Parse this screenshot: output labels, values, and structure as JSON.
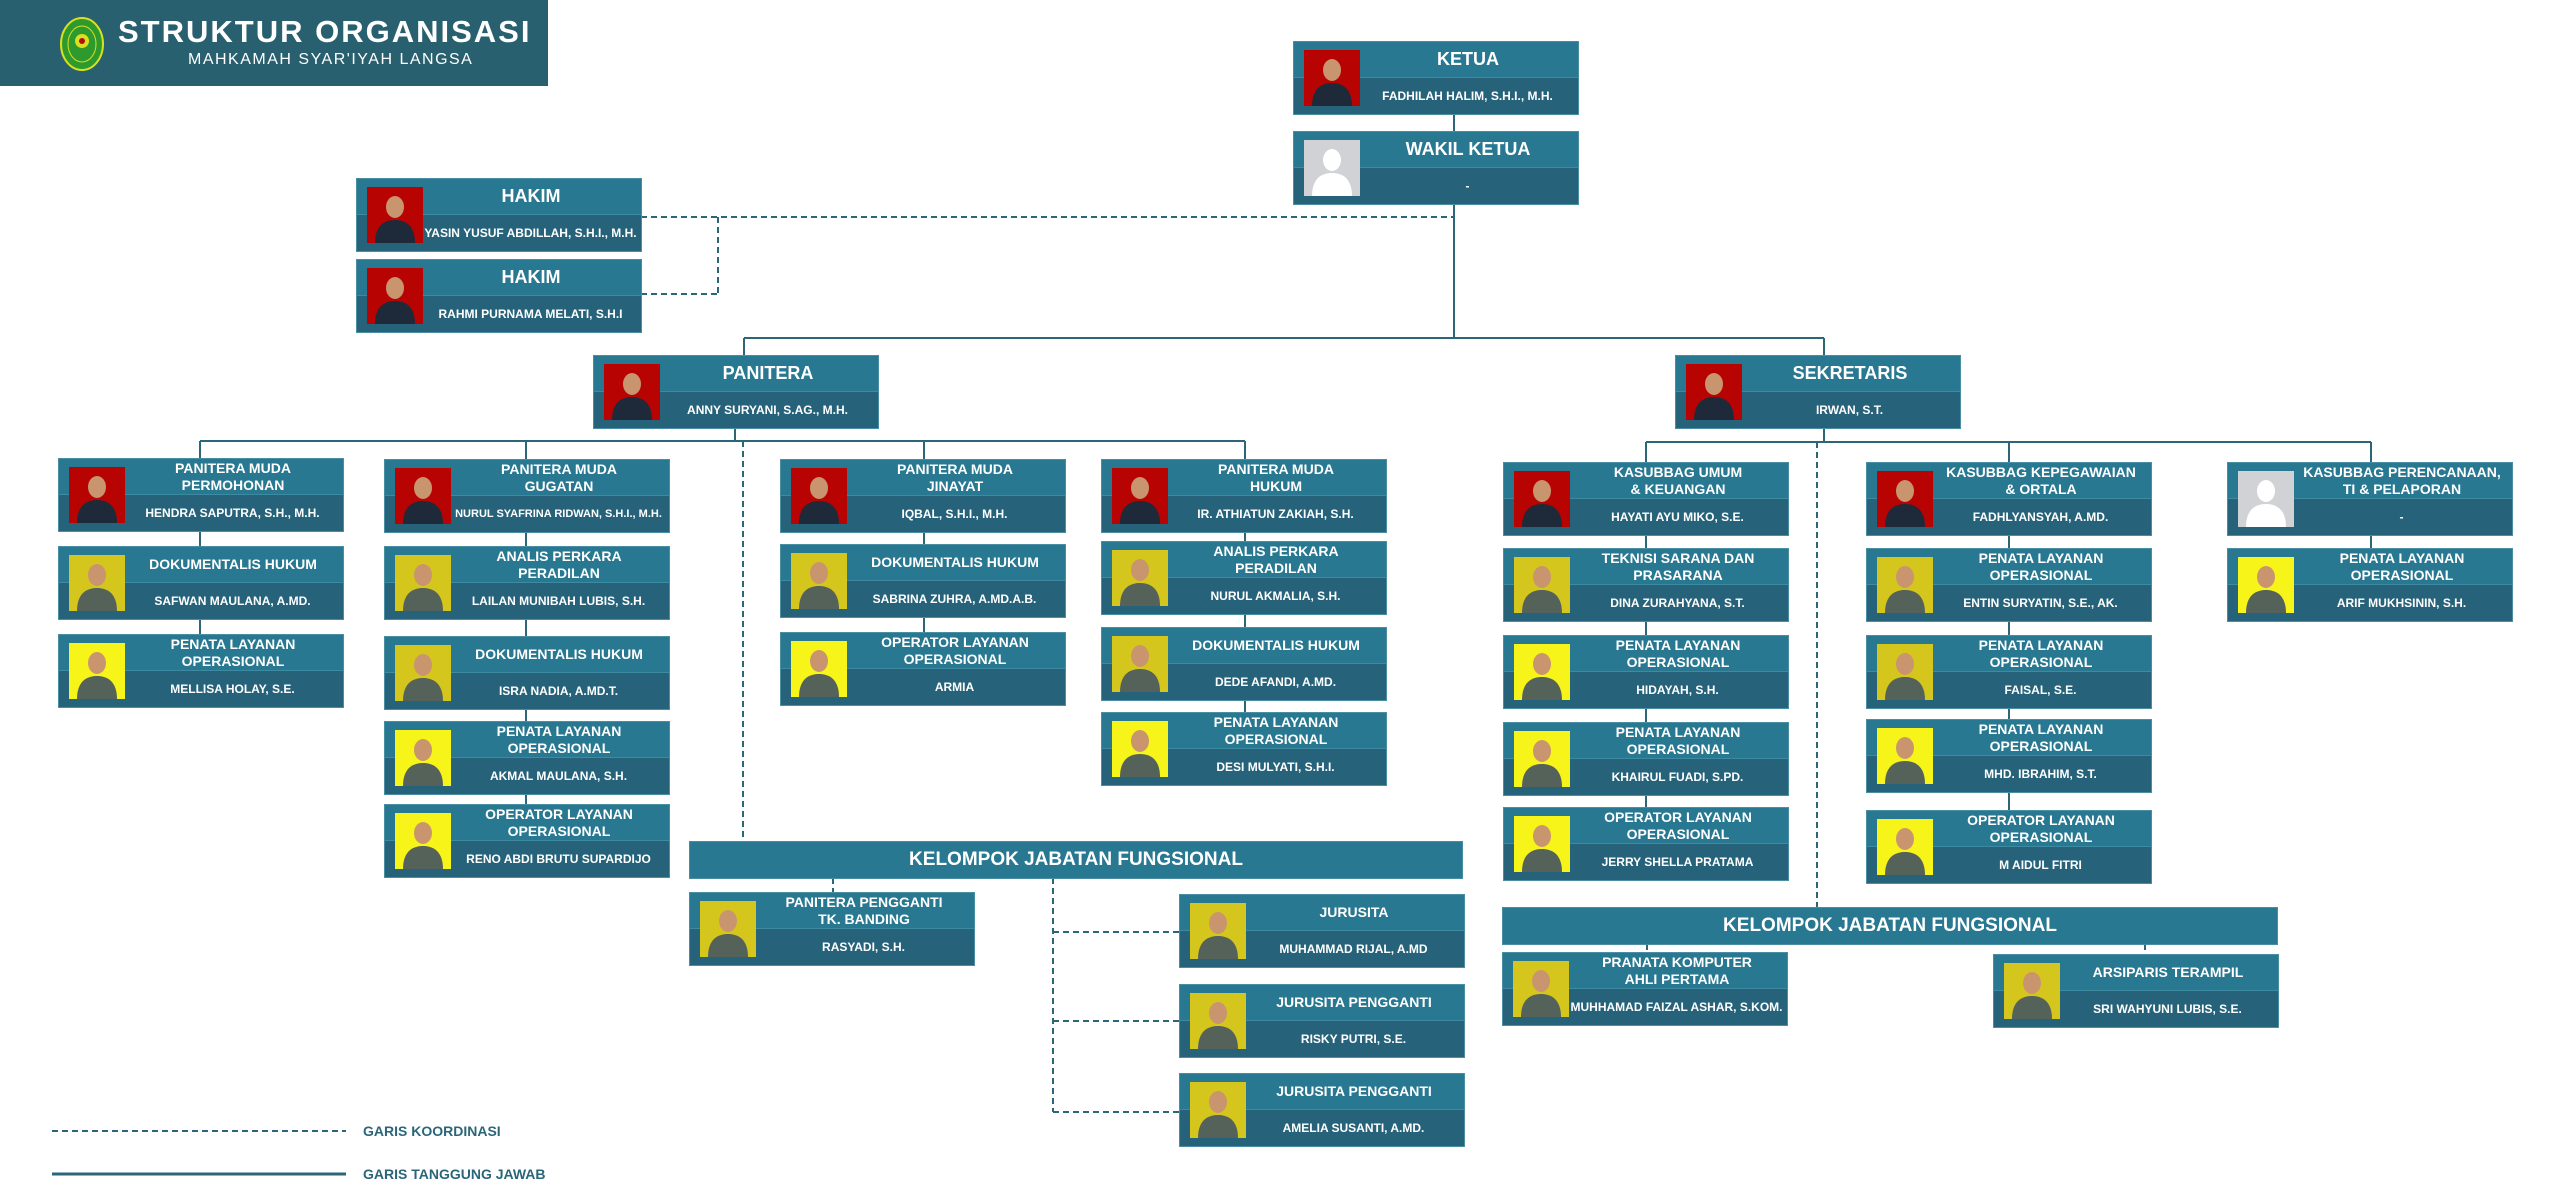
{
  "header": {
    "title": "STRUKTUR ORGANISASI",
    "subtitle": "MAHKAMAH SYAR'IYAH LANGSA"
  },
  "colors": {
    "header": "#28606f",
    "band_top": "#287891",
    "band_bottom": "#26637a",
    "line": "#2b6679"
  },
  "boxes": [
    {
      "title": "KETUA",
      "name": "FADHILAH HALIM, S.H.I., M.H.",
      "photo": "red"
    },
    {
      "title": "WAKIL KETUA",
      "name": "-",
      "photo": "placeholder"
    },
    {
      "title": "HAKIM",
      "name": "YASIN YUSUF ABDILLAH, S.H.I., M.H.",
      "photo": "red"
    },
    {
      "title": "HAKIM",
      "name": "RAHMI PURNAMA MELATI, S.H.I",
      "photo": "red"
    },
    {
      "title": "PANITERA",
      "name": "ANNY SURYANI, S.AG., M.H.",
      "photo": "red"
    },
    {
      "title": "SEKRETARIS",
      "name": "IRWAN, S.T.",
      "photo": "red"
    },
    {
      "title": "PANITERA MUDA\nPERMOHONAN",
      "name": "HENDRA SAPUTRA, S.H., M.H.",
      "photo": "red"
    },
    {
      "title": "DOKUMENTALIS HUKUM",
      "name": "SAFWAN MAULANA, A.MD.",
      "photo": "mustard"
    },
    {
      "title": "PENATA LAYANAN\nOPERASIONAL",
      "name": "MELLISA HOLAY, S.E.",
      "photo": "yellow"
    },
    {
      "title": "PANITERA MUDA\nGUGATAN",
      "name": "NURUL SYAFRINA RIDWAN, S.H.I., M.H.",
      "photo": "red"
    },
    {
      "title": "ANALIS PERKARA\nPERADILAN",
      "name": "LAILAN MUNIBAH LUBIS, S.H.",
      "photo": "mustard"
    },
    {
      "title": "DOKUMENTALIS HUKUM",
      "name": "ISRA NADIA, A.MD.T.",
      "photo": "mustard"
    },
    {
      "title": "PENATA LAYANAN\nOPERASIONAL",
      "name": "AKMAL MAULANA, S.H.",
      "photo": "yellow"
    },
    {
      "title": "OPERATOR LAYANAN\nOPERASIONAL",
      "name": "RENO ABDI BRUTU SUPARDIJO",
      "photo": "yellow"
    },
    {
      "title": "PANITERA MUDA\nJINAYAT",
      "name": "IQBAL, S.H.I., M.H.",
      "photo": "red"
    },
    {
      "title": "DOKUMENTALIS HUKUM",
      "name": "SABRINA ZUHRA, A.MD.A.B.",
      "photo": "mustard"
    },
    {
      "title": "OPERATOR LAYANAN\nOPERASIONAL",
      "name": "ARMIA",
      "photo": "yellow"
    },
    {
      "title": "PANITERA MUDA\nHUKUM",
      "name": "IR. ATHIATUN ZAKIAH, S.H.",
      "photo": "red"
    },
    {
      "title": "ANALIS PERKARA\nPERADILAN",
      "name": "NURUL AKMALIA, S.H.",
      "photo": "mustard"
    },
    {
      "title": "DOKUMENTALIS HUKUM",
      "name": "DEDE AFANDI, A.MD.",
      "photo": "mustard"
    },
    {
      "title": "PENATA LAYANAN\nOPERASIONAL",
      "name": "DESI MULYATI, S.H.I.",
      "photo": "yellow"
    },
    {
      "title": "PANITERA PENGGANTI\nTK. BANDING",
      "name": "RASYADI, S.H.",
      "photo": "mustard"
    },
    {
      "title": "JURUSITA",
      "name": "MUHAMMAD RIJAL, A.MD",
      "photo": "mustard"
    },
    {
      "title": "JURUSITA PENGGANTI",
      "name": "RISKY PUTRI, S.E.",
      "photo": "mustard"
    },
    {
      "title": "JURUSITA PENGGANTI",
      "name": "AMELIA SUSANTI, A.MD.",
      "photo": "mustard"
    },
    {
      "title": "KASUBBAG UMUM\n& KEUANGAN",
      "name": "HAYATI AYU MIKO, S.E.",
      "photo": "red"
    },
    {
      "title": "TEKNISI SARANA DAN\nPRASARANA",
      "name": "DINA ZURAHYANA, S.T.",
      "photo": "mustard"
    },
    {
      "title": "PENATA LAYANAN\nOPERASIONAL",
      "name": "HIDAYAH, S.H.",
      "photo": "yellow"
    },
    {
      "title": "PENATA LAYANAN\nOPERASIONAL",
      "name": "KHAIRUL FUADI, S.PD.",
      "photo": "yellow"
    },
    {
      "title": "OPERATOR LAYANAN\nOPERASIONAL",
      "name": "JERRY SHELLA PRATAMA",
      "photo": "yellow"
    },
    {
      "title": "KASUBBAG KEPEGAWAIAN\n& ORTALA",
      "name": "FADHLYANSYAH, A.MD.",
      "photo": "red"
    },
    {
      "title": "PENATA LAYANAN\nOPERASIONAL",
      "name": "ENTIN SURYATIN, S.E., AK.",
      "photo": "mustard"
    },
    {
      "title": "PENATA LAYANAN\nOPERASIONAL",
      "name": "FAISAL, S.E.",
      "photo": "mustard"
    },
    {
      "title": "PENATA LAYANAN\nOPERASIONAL",
      "name": "MHD. IBRAHIM, S.T.",
      "photo": "yellow"
    },
    {
      "title": "OPERATOR LAYANAN\nOPERASIONAL",
      "name": "M AIDUL FITRI",
      "photo": "yellow"
    },
    {
      "title": "KASUBBAG PERENCANAAN,\nTI & PELAPORAN",
      "name": "-",
      "photo": "placeholder"
    },
    {
      "title": "PENATA LAYANAN\nOPERASIONAL",
      "name": "ARIF MUKHSININ, S.H.",
      "photo": "yellow"
    },
    {
      "title": "PRANATA KOMPUTER\nAHLI PERTAMA",
      "name": "MUHHAMAD FAIZAL ASHAR, S.KOM.",
      "photo": "mustard"
    },
    {
      "title": "ARSIPARIS TERAMPIL",
      "name": "SRI WAHYUNI LUBIS, S.E.",
      "photo": "mustard"
    }
  ],
  "groups": {
    "panitera_fungsional": "KELOMPOK JABATAN FUNGSIONAL",
    "sekretaris_fungsional": "KELOMPOK JABATAN FUNGSIONAL"
  },
  "legend": {
    "dashed": "GARIS KOORDINASI",
    "solid": "GARIS TANGGUNG JAWAB"
  }
}
